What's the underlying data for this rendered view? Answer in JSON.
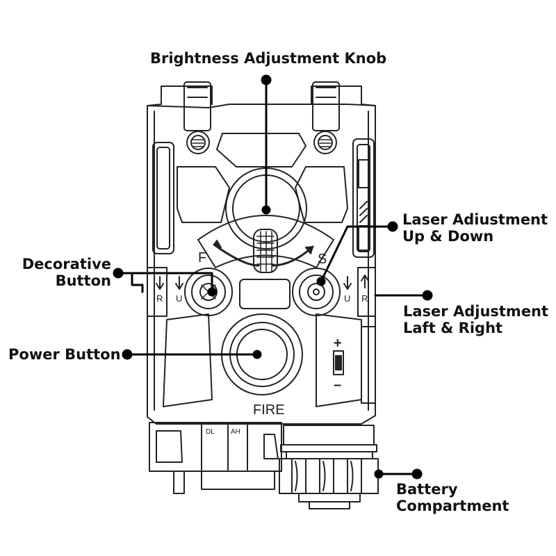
{
  "callouts": {
    "brightness_knob": {
      "lines": [
        "Brightness Adjustment Knob"
      ]
    },
    "laser_up_down": {
      "lines": [
        "Laser Adiustment",
        "Up & Down"
      ]
    },
    "decorative_button": {
      "lines": [
        "Decorative",
        "Button"
      ]
    },
    "laser_left_right": {
      "lines": [
        "Laser Adjustment",
        "Laft & Right"
      ]
    },
    "power_button": {
      "lines": [
        "Power Button"
      ]
    },
    "battery_compartment": {
      "lines": [
        "Battery",
        "Compartment"
      ]
    }
  },
  "device_markings": {
    "left_dial": "F",
    "right_dial": "S",
    "left_arrow_r": "R",
    "left_arrow_u": "U",
    "right_arrow_u": "U",
    "right_arrow_r": "R",
    "fire": "FIRE",
    "battery_plus": "+",
    "battery_minus": "–",
    "dl": "DL",
    "ah": "AH"
  },
  "colors": {
    "line": "#222222",
    "callout": "#000000",
    "text": "#111111"
  }
}
